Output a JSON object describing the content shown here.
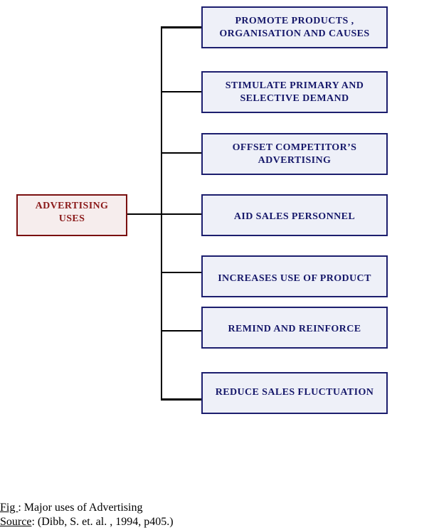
{
  "root": {
    "label": "ADVERTISING\nUSES"
  },
  "uses": [
    {
      "label": "PROMOTE  PRODUCTS ,\nORGANISATION AND CAUSES"
    },
    {
      "label": "STIMULATE  PRIMARY AND\nSELECTIVE DEMAND"
    },
    {
      "label": "OFFSET COMPETITOR’S\nADVERTISING"
    },
    {
      "label": "AID SALES PERSONNEL"
    },
    {
      "label": "INCREASES USE OF PRODUCT"
    },
    {
      "label": "REMIND AND REINFORCE"
    },
    {
      "label": "REDUCE SALES FLUCTUATION"
    }
  ],
  "caption": {
    "fig_label": "Fig ",
    "fig_text": ": Major uses of Advertising",
    "source_label": "Source",
    "source_text": ": (Dibb, S. et. al. , 1994, p405.)"
  },
  "colors": {
    "root_border": "#7a1010",
    "root_text": "#8b1a1a",
    "leaf_border": "#1c1e6e",
    "leaf_text": "#16186a",
    "connector": "#000000"
  }
}
